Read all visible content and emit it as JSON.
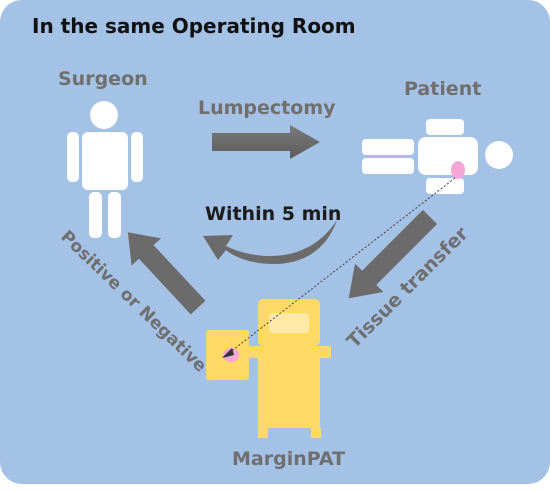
{
  "diagram": {
    "title": "In the same Operating Room",
    "nodes": {
      "surgeon": "Surgeon",
      "patient": "Patient",
      "device": "MarginPAT"
    },
    "edges": {
      "lumpectomy": "Lumpectomy",
      "tissue_transfer": "Tissue transfer",
      "result": "Positive or Negative",
      "turnaround": "Within 5 min"
    }
  },
  "colors": {
    "background": "#a4c1e6",
    "figure": "#ffffff",
    "arrow": "#6b6b6b",
    "device": "#ffd966",
    "tissue": "#f4a6d7"
  }
}
